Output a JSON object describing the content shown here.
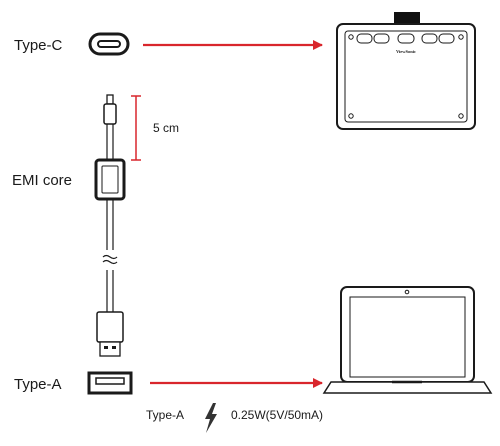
{
  "labels": {
    "type_c": "Type-C",
    "emi_core": "EMI core",
    "type_a": "Type-A",
    "length": "5 cm"
  },
  "tablet": {
    "brand": "ViewSonic"
  },
  "footer": {
    "port": "Type-A",
    "power": "0.25W(5V/50mA)",
    "icon": "lightning-bolt-icon"
  },
  "colors": {
    "arrow": "#d9262c",
    "outline": "#1a1a1a"
  }
}
